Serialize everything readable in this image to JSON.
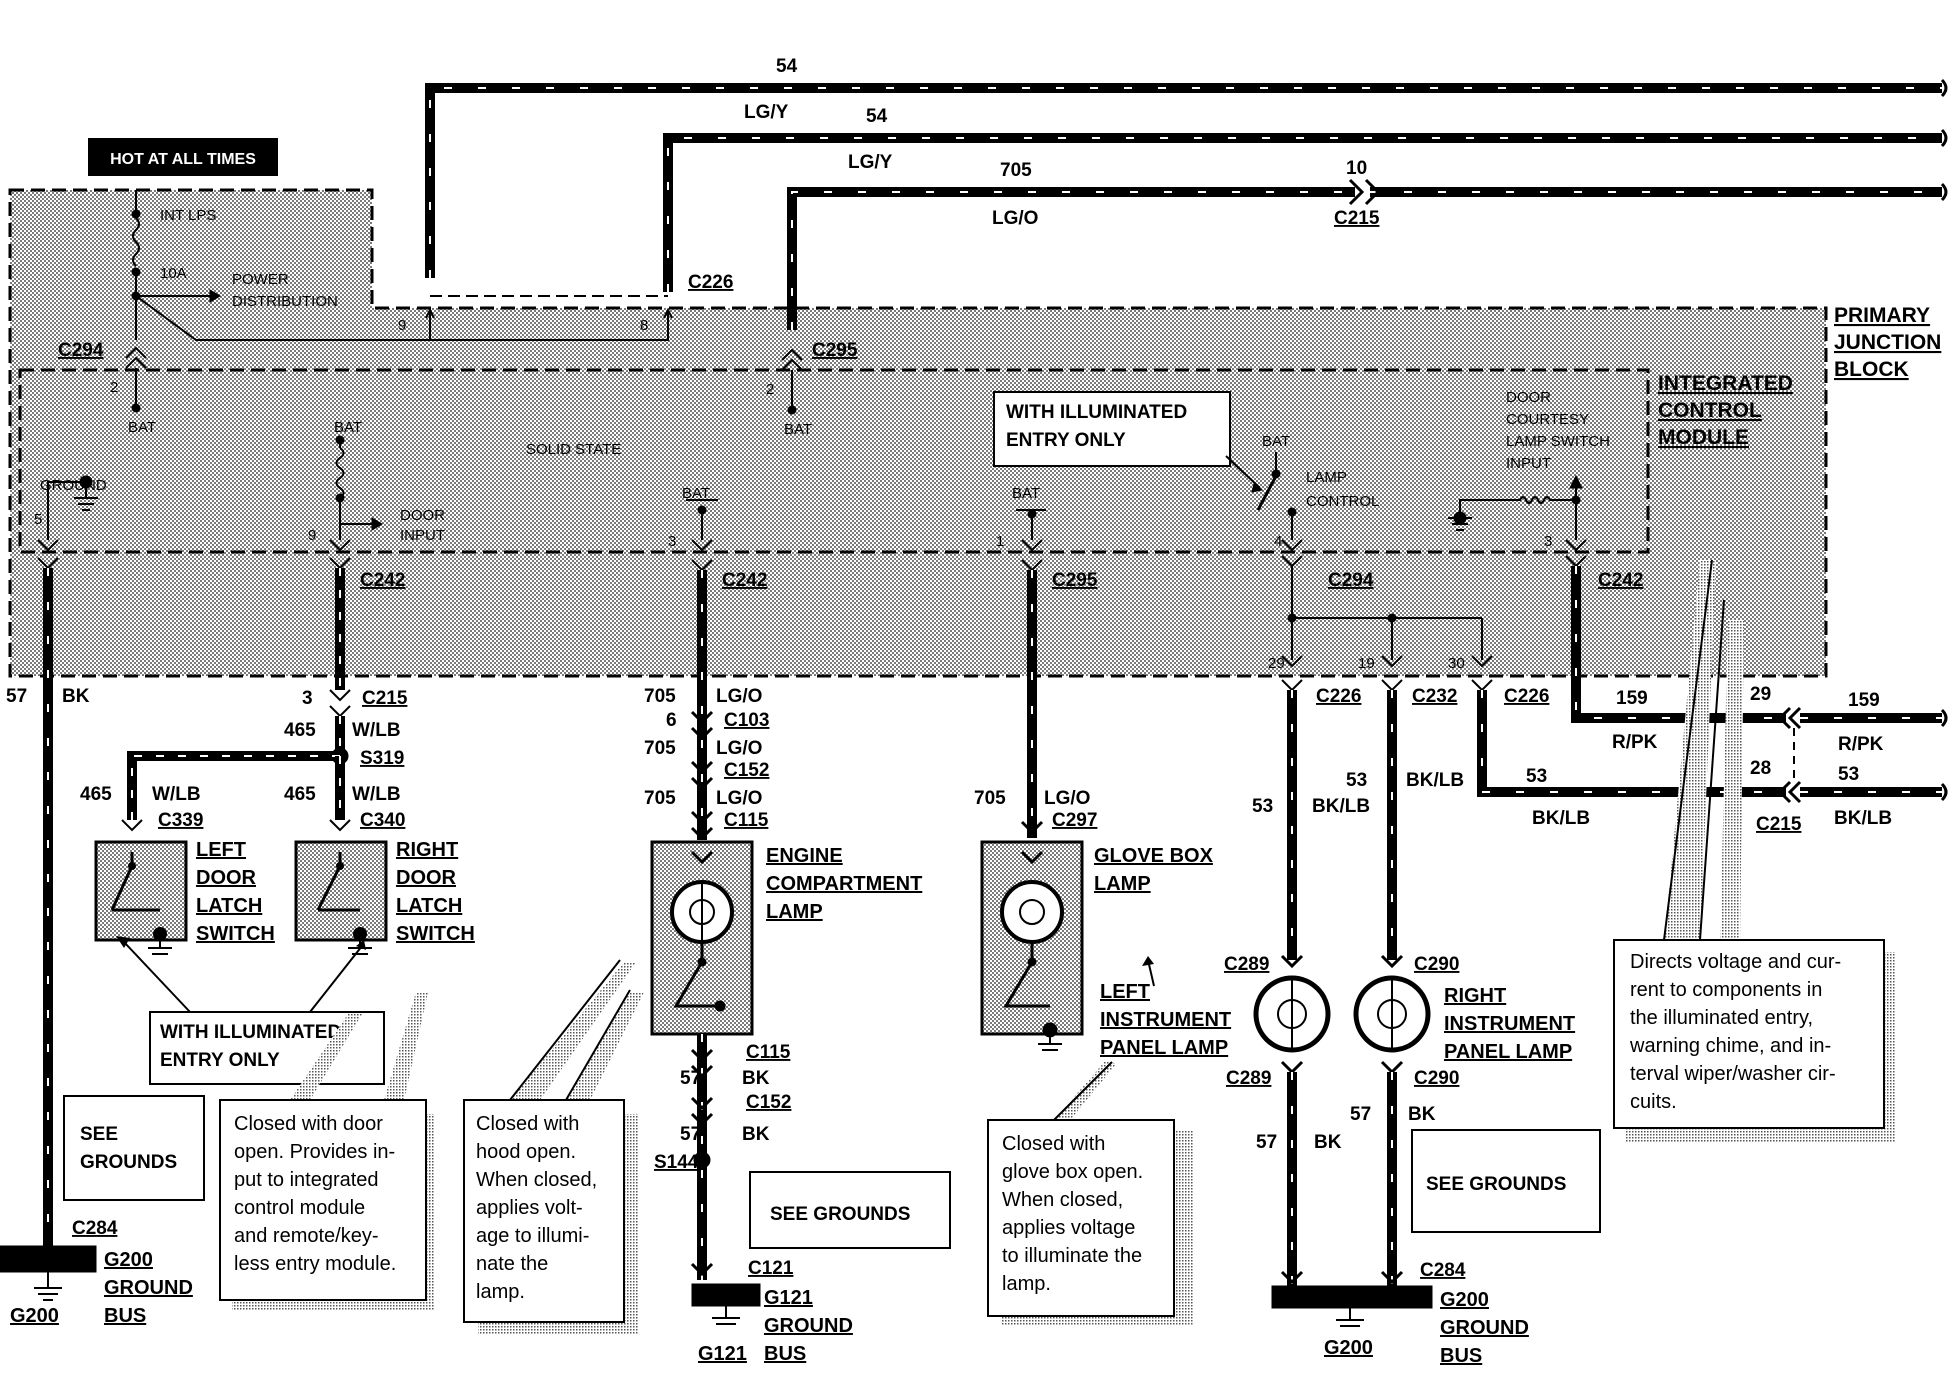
{
  "header_tag": "HOT AT ALL TIMES",
  "primary_junction_block": [
    "PRIMARY",
    "JUNCTION",
    "BLOCK"
  ],
  "integrated_control_module": [
    "INTEGRATED",
    "CONTROL",
    "MODULE"
  ],
  "inner": {
    "int_lps": "INT LPS",
    "fuse": "10A",
    "power_distribution": [
      "POWER",
      "DISTRIBUTION"
    ],
    "solid_state": "SOLID STATE",
    "ground": "GROUND",
    "bat": "BAT",
    "door_input": [
      "DOOR",
      "INPUT"
    ],
    "lamp_control": [
      "LAMP",
      "CONTROL"
    ],
    "door_courtesy": [
      "DOOR",
      "COURTESY",
      "LAMP SWITCH",
      "INPUT"
    ],
    "with_illuminated_entry": [
      "WITH ILLUMINATED",
      "ENTRY ONLY"
    ]
  },
  "pins": {
    "p9": "9",
    "p8": "8",
    "p2a": "2",
    "p2b": "2",
    "p5": "5",
    "p9b": "9",
    "p3": "3",
    "p1": "1",
    "p4": "4",
    "p3b": "3",
    "p29": "29",
    "p19": "19",
    "p30": "30",
    "p29b": "29",
    "p28": "28",
    "p6": "6"
  },
  "connectors": {
    "c226_top": "C226",
    "c215_top": "C215",
    "c294_left": "C294",
    "c295_top": "C295",
    "c242_left": "C242",
    "c295_mid": "C295",
    "c294_right": "C294",
    "c242_right": "C242",
    "c215_a": "C215",
    "s319": "S319",
    "c339": "C339",
    "c340": "C340",
    "c103": "C103",
    "c152_a": "C152",
    "c115_a": "C115",
    "c115_b": "C115",
    "c152_b": "C152",
    "s144": "S144",
    "c121": "C121",
    "c297": "C297",
    "c226_a": "C226",
    "c232": "C232",
    "c226_b": "C226",
    "c215_b": "C215",
    "c289_a": "C289",
    "c289_b": "C289",
    "c290_a": "C290",
    "c290_b": "C290",
    "c284_left": "C284",
    "c284_right": "C284"
  },
  "wires": {
    "w54_a": "54",
    "lgy_a": "LG/Y",
    "w54_b": "54",
    "lgy_b": "LG/Y",
    "w705_top": "705",
    "lgo_top": "LG/O",
    "w10": "10",
    "w57_left": "57",
    "bk_left": "BK",
    "w3": "3",
    "w465_a": "465",
    "wlb_a": "W/LB",
    "w465_b": "465",
    "wlb_b": "W/LB",
    "w465_c": "465",
    "wlb_c": "W/LB",
    "w705_a": "705",
    "lgo_a": "LG/O",
    "w705_b": "705",
    "lgo_b": "LG/O",
    "w705_c": "705",
    "lgo_c": "LG/O",
    "w57_a": "57",
    "bk_a": "BK",
    "w57_b": "57",
    "bk_b": "BK",
    "w705_d": "705",
    "lgo_d": "LG/O",
    "w53_a": "53",
    "bklb_a": "BK/LB",
    "w53_b": "53",
    "bklb_b": "BK/LB",
    "w159_a": "159",
    "rpk_a": "R/PK",
    "w159_b": "159",
    "rpk_b": "R/PK",
    "w53_c": "53",
    "bklb_c": "BK/LB",
    "w53_d": "53",
    "bklb_d": "BK/LB",
    "w57_c": "57",
    "bk_c": "BK",
    "w57_d": "57",
    "bk_d": "BK"
  },
  "components": {
    "left_door": [
      "LEFT",
      "DOOR",
      "LATCH",
      "SWITCH"
    ],
    "right_door": [
      "RIGHT",
      "DOOR",
      "LATCH",
      "SWITCH"
    ],
    "engine_lamp": [
      "ENGINE",
      "COMPARTMENT",
      "LAMP"
    ],
    "glove_lamp": [
      "GLOVE BOX",
      "LAMP"
    ],
    "left_ip": [
      "LEFT",
      "INSTRUMENT",
      "PANEL LAMP"
    ],
    "right_ip": [
      "RIGHT",
      "INSTRUMENT",
      "PANEL LAMP"
    ],
    "g200_left": [
      "G200",
      "GROUND",
      "BUS"
    ],
    "g200_left_label": "G200",
    "g121": [
      "G121",
      "GROUND",
      "BUS"
    ],
    "g121_label": "G121",
    "g200_right": [
      "G200",
      "GROUND",
      "BUS"
    ],
    "g200_right_label": "G200"
  },
  "notes": {
    "with_illum_bottom": [
      "WITH ILLUMINATED",
      "ENTRY ONLY"
    ],
    "see_grounds_a": [
      "SEE",
      "GROUNDS"
    ],
    "see_grounds_b": "SEE GROUNDS",
    "see_grounds_c": "SEE GROUNDS",
    "door_note": [
      "Closed with door",
      "open. Provides in-",
      "put to integrated",
      "control module",
      "and remote/key-",
      "less entry module."
    ],
    "hood_note": [
      "Closed with",
      "hood open.",
      "When closed,",
      "applies volt-",
      "age to illumi-",
      "nate the",
      "lamp."
    ],
    "glove_note": [
      "Closed with",
      "glove box open.",
      "When closed,",
      "applies voltage",
      "to illuminate the",
      "lamp."
    ],
    "icm_note": [
      "Directs voltage and cur-",
      "rent to components in",
      "the  illuminated entry,",
      "warning chime, and in-",
      "terval wiper/washer cir-",
      "cuits."
    ]
  }
}
